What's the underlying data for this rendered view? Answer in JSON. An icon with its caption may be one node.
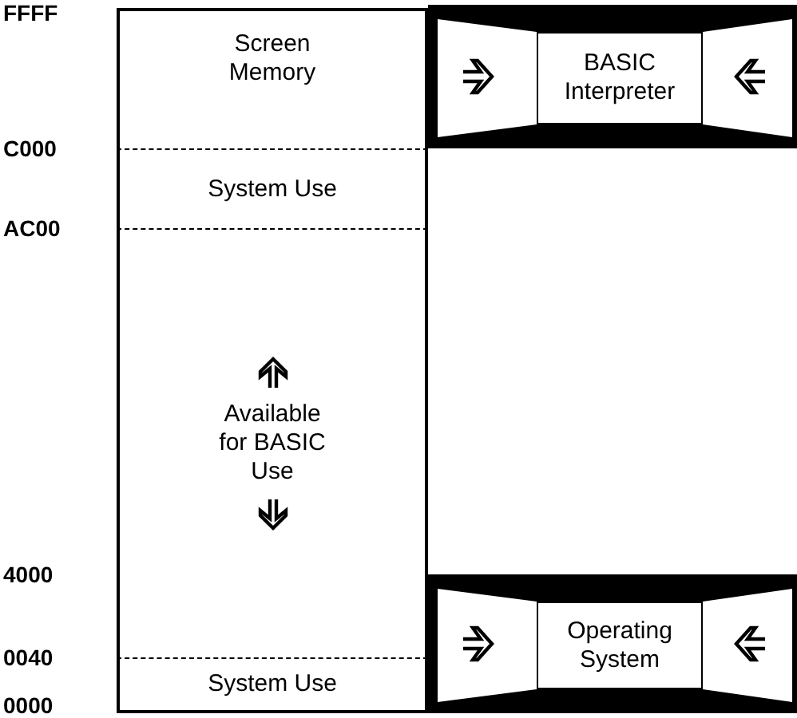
{
  "diagram": {
    "nodes": [
      {
        "text": [
          "Screen Memory"
        ]
      },
      {
        "text": [
          "BASIC Interpreter"
        ]
      },
      {
        "text": [
          "System Use"
        ]
      },
      {
        "text": [
          "Available for BASIC Use"
        ]
      },
      {
        "text": [
          "Operating System"
        ]
      },
      {
        "text": [
          "System Use"
        ]
      }
    ],
    "labels": [
      "FFFF",
      "C000",
      "AC00",
      "4000",
      "0040",
      "0000"
    ]
  }
}
